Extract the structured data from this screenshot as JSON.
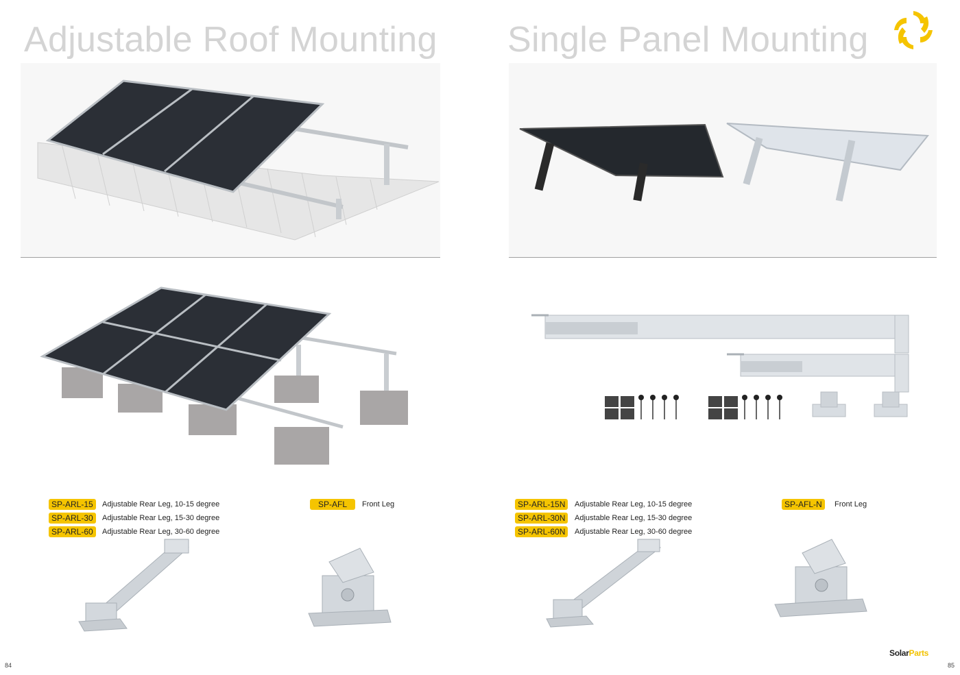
{
  "left": {
    "title": "Adjustable Roof Mounting",
    "page_number": "84",
    "products": [
      {
        "code": "SP-ARL-15",
        "desc": "Adjustable Rear Leg, 10-15 degree"
      },
      {
        "code": "SP-ARL-30",
        "desc": "Adjustable Rear Leg, 15-30 degree"
      },
      {
        "code": "SP-ARL-60",
        "desc": "Adjustable Rear Leg, 30-60 degree"
      }
    ],
    "front_leg": {
      "code": "SP-AFL",
      "desc": "Front Leg"
    }
  },
  "right": {
    "title": "Single Panel Mounting",
    "page_number": "85",
    "products": [
      {
        "code": "SP-ARL-15N",
        "desc": "Adjustable Rear Leg, 10-15 degree"
      },
      {
        "code": "SP-ARL-30N",
        "desc": "Adjustable Rear Leg, 15-30 degree"
      },
      {
        "code": "SP-ARL-60N",
        "desc": "Adjustable Rear Leg, 30-60 degree"
      }
    ],
    "front_leg": {
      "code": "SP-AFL-N",
      "desc": "Front Leg"
    }
  },
  "brand": {
    "part1": "Solar",
    "part2": "Parts"
  },
  "colors": {
    "accent": "#f5c400",
    "title_gray": "#d4d4d4",
    "panel_bg": "#f7f7f7",
    "rule": "#9a9a9a"
  },
  "icons": {
    "logo": "sun-swirl-logo"
  }
}
